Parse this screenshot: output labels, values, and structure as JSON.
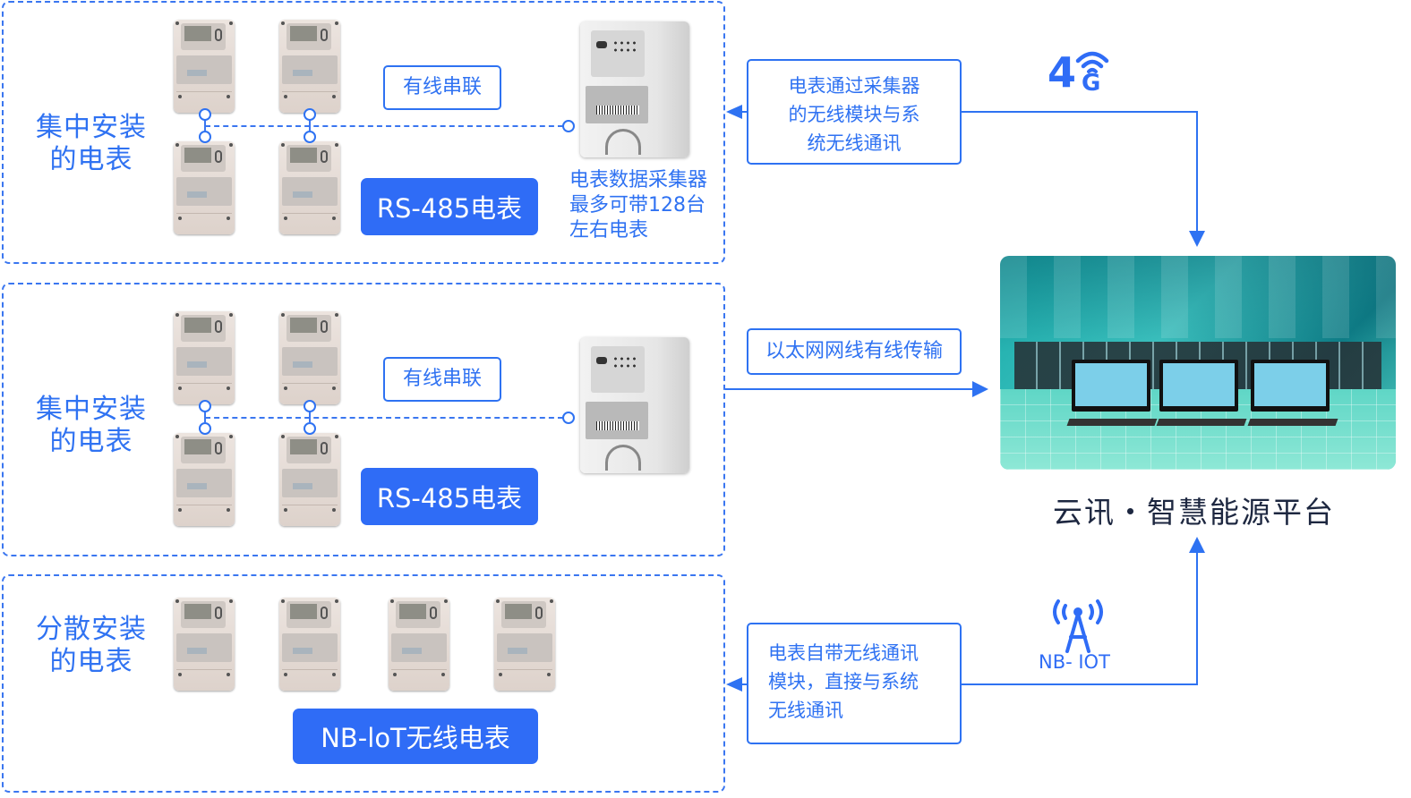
{
  "groups": [
    {
      "id": "centralized-1",
      "title_line1": "集中安装",
      "title_line2": "的电表",
      "wiring_label": "有线串联",
      "meter_type": "RS-485电表",
      "meter_count": 4,
      "collector_caption_line1": "电表数据采集器",
      "collector_caption_line2": "最多可带128台",
      "collector_caption_line3": "左右电表"
    },
    {
      "id": "centralized-2",
      "title_line1": "集中安装",
      "title_line2": "的电表",
      "wiring_label": "有线串联",
      "meter_type": "RS-485电表",
      "meter_count": 4
    },
    {
      "id": "distributed",
      "title_line1": "分散安装",
      "title_line2": "的电表",
      "meter_type": "NB-loT无线电表",
      "meter_count": 4
    }
  ],
  "links": [
    {
      "id": "link-4g",
      "note_line1": "电表通过采集器",
      "note_line2": "的无线模块与系",
      "note_line3": "统无线通讯",
      "icon": "4g-signal-icon",
      "icon_text_main": "4",
      "icon_text_sub": "G"
    },
    {
      "id": "link-ethernet",
      "note_line1": "以太网网线有线传输"
    },
    {
      "id": "link-nbiot",
      "note_line1": "电表自带无线通讯",
      "note_line2": "模块，直接与系统",
      "note_line3": "无线通讯",
      "icon": "antenna-tower-icon",
      "icon_label": "NB- IOT"
    }
  ],
  "platform": {
    "title": "云讯・智慧能源平台",
    "image": "data-center-monitors-illustration"
  },
  "colors": {
    "accent": "#2f6cf6",
    "line": "#2e72f2",
    "title_dark": "#1d2740",
    "image_teal": "#3cc3c0"
  }
}
